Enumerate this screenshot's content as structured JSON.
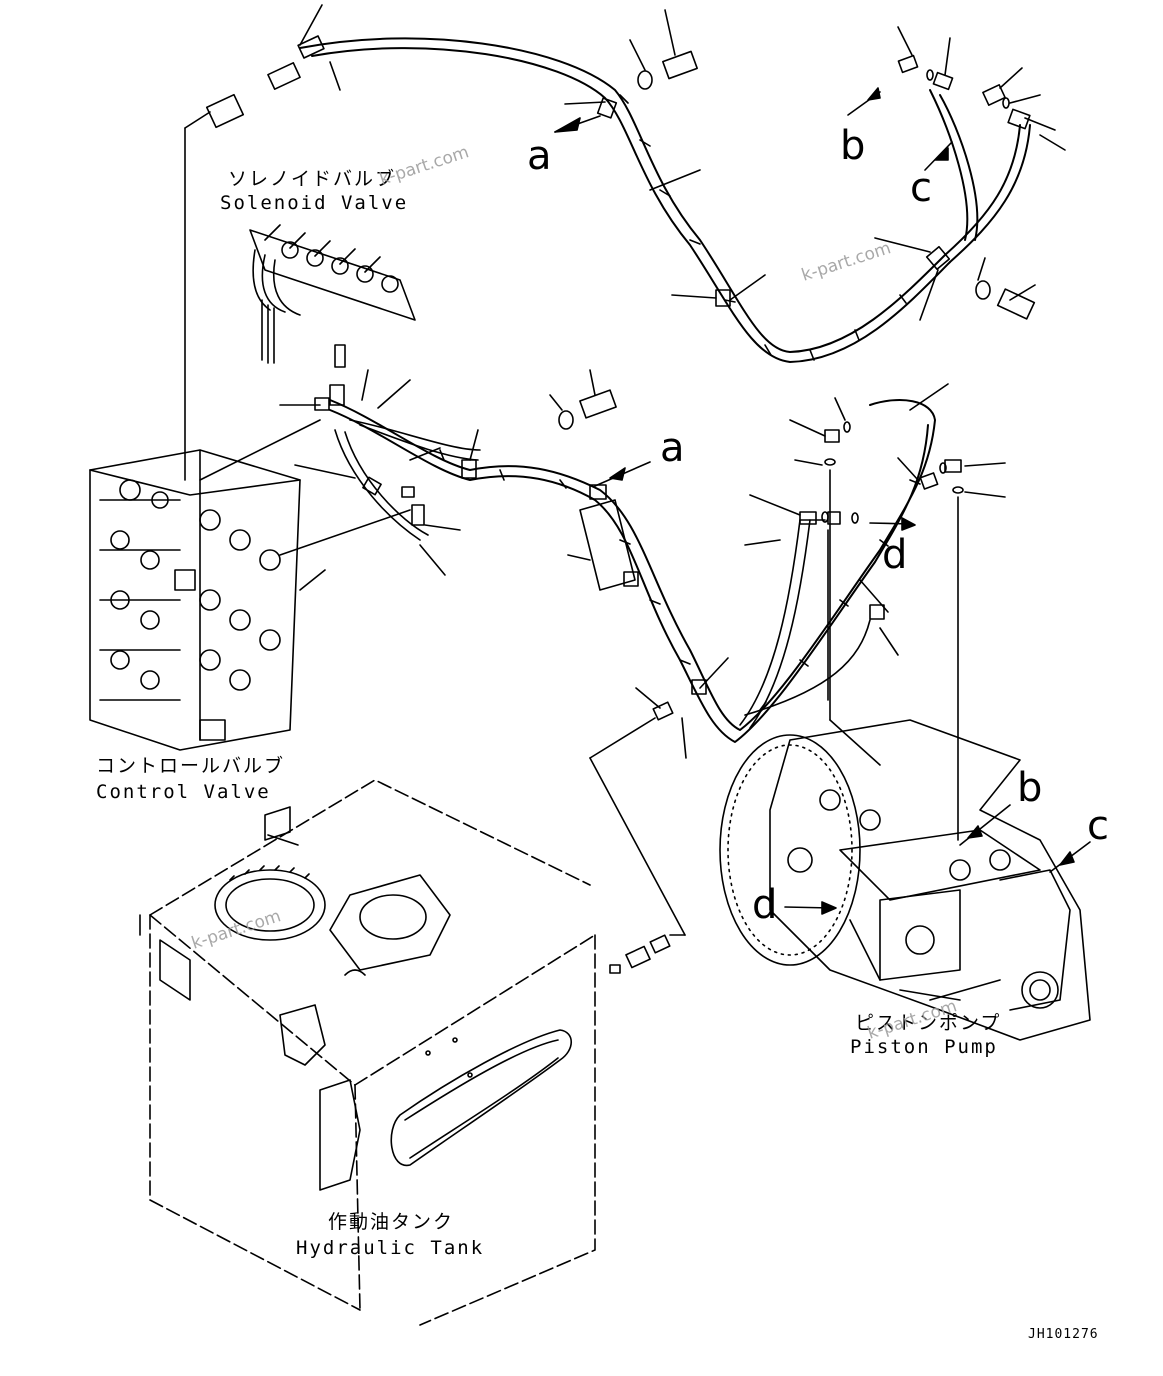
{
  "components": {
    "solenoid_valve": {
      "ja": "ソレノイドバルブ",
      "en": "Solenoid Valve"
    },
    "control_valve": {
      "ja": "コントロールバルブ",
      "en": "Control Valve"
    },
    "piston_pump": {
      "ja": "ピストンポンプ",
      "en": "Piston Pump"
    },
    "hydraulic_tank": {
      "ja": "作動油タンク",
      "en": "Hydraulic Tank"
    }
  },
  "reference_letters": {
    "a1": "a",
    "a2": "a",
    "b1": "b",
    "b2": "b",
    "c1": "c",
    "c2": "c",
    "d1": "d",
    "d2": "d"
  },
  "watermarks": [
    "k-part.com",
    "k-part.com",
    "k-part.com",
    "k-part.com"
  ],
  "drawing_code": "JH101276"
}
